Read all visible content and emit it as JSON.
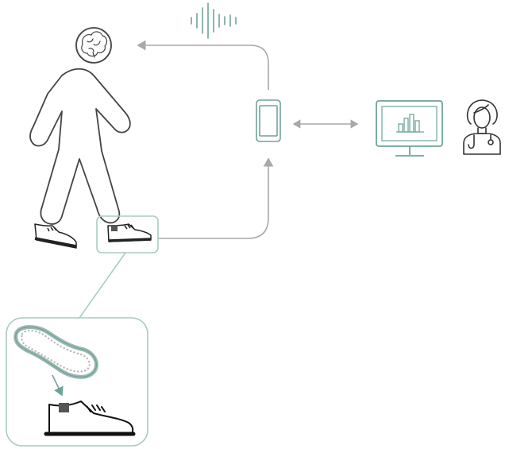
{
  "diagram": {
    "nodes": [
      {
        "id": "walking-person",
        "icon": "walking-person-icon"
      },
      {
        "id": "brain",
        "icon": "brain-icon"
      },
      {
        "id": "smartphone",
        "icon": "smartphone-icon"
      },
      {
        "id": "monitor",
        "icon": "bar-chart-monitor-icon"
      },
      {
        "id": "doctor",
        "icon": "doctor-icon"
      },
      {
        "id": "smart-shoe",
        "icon": "shoe-sensor-icon"
      },
      {
        "id": "insole-detail",
        "icon": "insole-icon"
      }
    ],
    "connections": [
      {
        "from": "smart-shoe",
        "to": "smartphone",
        "style": "arrow"
      },
      {
        "from": "smartphone",
        "to": "brain",
        "style": "arrow",
        "signal": "audio-wave-icon"
      },
      {
        "from": "smartphone",
        "to": "monitor",
        "style": "double-arrow"
      },
      {
        "from": "smart-shoe",
        "to": "insole-detail",
        "style": "callout"
      }
    ],
    "colors": {
      "accent": "#6fa39a",
      "line": "#a8a8a8",
      "ink": "#1e1e1e",
      "outline": "#444444"
    }
  }
}
